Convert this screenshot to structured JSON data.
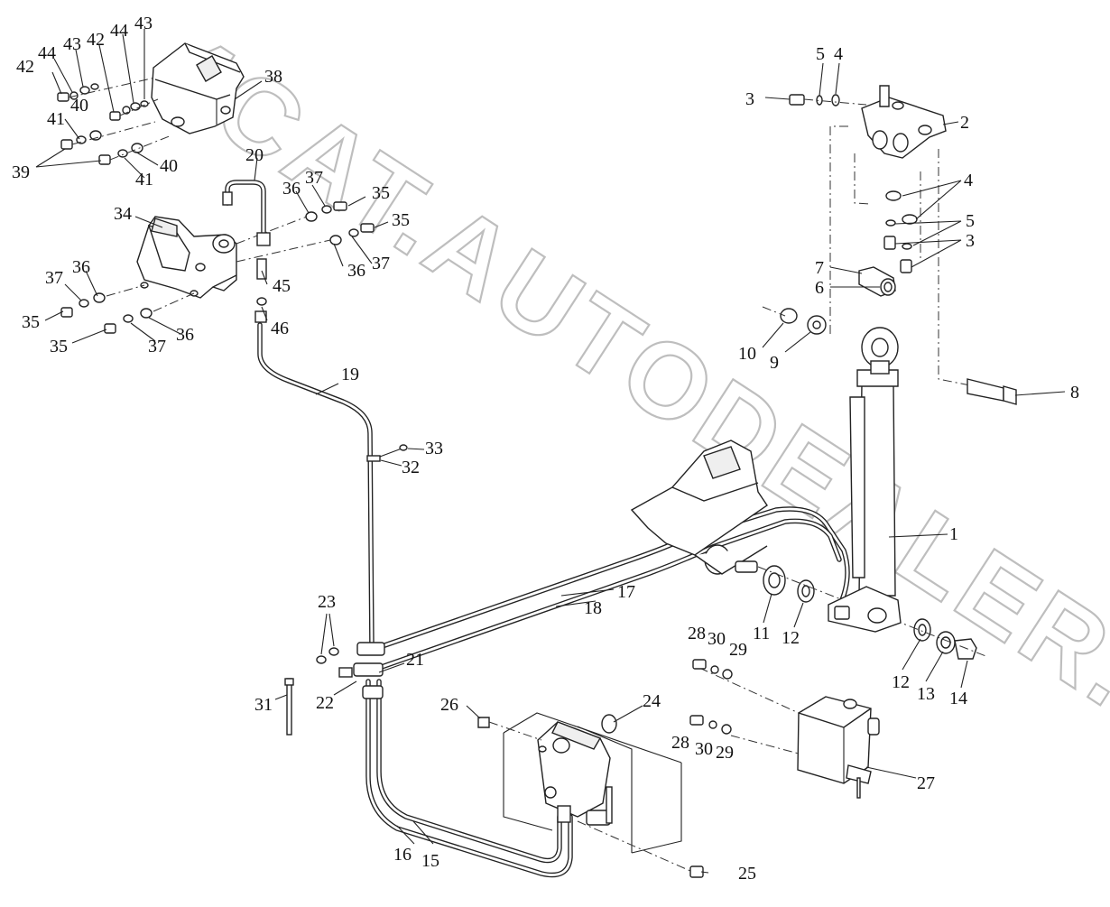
{
  "watermark": {
    "line1": "4CAT.AUTODEALER.RU"
  },
  "labels": [
    {
      "id": "1",
      "text": "1"
    },
    {
      "id": "2",
      "text": "2"
    },
    {
      "id": "3a",
      "text": "3"
    },
    {
      "id": "3b",
      "text": "3"
    },
    {
      "id": "4a",
      "text": "4"
    },
    {
      "id": "4b",
      "text": "4"
    },
    {
      "id": "5a",
      "text": "5"
    },
    {
      "id": "5b",
      "text": "5"
    },
    {
      "id": "6",
      "text": "6"
    },
    {
      "id": "7",
      "text": "7"
    },
    {
      "id": "8",
      "text": "8"
    },
    {
      "id": "9",
      "text": "9"
    },
    {
      "id": "10",
      "text": "10"
    },
    {
      "id": "11",
      "text": "11"
    },
    {
      "id": "12a",
      "text": "12"
    },
    {
      "id": "12b",
      "text": "12"
    },
    {
      "id": "13",
      "text": "13"
    },
    {
      "id": "14",
      "text": "14"
    },
    {
      "id": "15",
      "text": "15"
    },
    {
      "id": "16",
      "text": "16"
    },
    {
      "id": "17",
      "text": "17"
    },
    {
      "id": "18",
      "text": "18"
    },
    {
      "id": "19",
      "text": "19"
    },
    {
      "id": "20",
      "text": "20"
    },
    {
      "id": "21",
      "text": "21"
    },
    {
      "id": "22",
      "text": "22"
    },
    {
      "id": "23",
      "text": "23"
    },
    {
      "id": "24",
      "text": "24"
    },
    {
      "id": "25",
      "text": "25"
    },
    {
      "id": "26",
      "text": "26"
    },
    {
      "id": "27",
      "text": "27"
    },
    {
      "id": "28a",
      "text": "28"
    },
    {
      "id": "28b",
      "text": "28"
    },
    {
      "id": "29a",
      "text": "29"
    },
    {
      "id": "29b",
      "text": "29"
    },
    {
      "id": "30a",
      "text": "30"
    },
    {
      "id": "30b",
      "text": "30"
    },
    {
      "id": "31",
      "text": "31"
    },
    {
      "id": "32",
      "text": "32"
    },
    {
      "id": "33",
      "text": "33"
    },
    {
      "id": "34",
      "text": "34"
    },
    {
      "id": "35a",
      "text": "35"
    },
    {
      "id": "35b",
      "text": "35"
    },
    {
      "id": "35c",
      "text": "35"
    },
    {
      "id": "35d",
      "text": "35"
    },
    {
      "id": "36a",
      "text": "36"
    },
    {
      "id": "36b",
      "text": "36"
    },
    {
      "id": "36c",
      "text": "36"
    },
    {
      "id": "36d",
      "text": "36"
    },
    {
      "id": "37a",
      "text": "37"
    },
    {
      "id": "37b",
      "text": "37"
    },
    {
      "id": "37c",
      "text": "37"
    },
    {
      "id": "37d",
      "text": "37"
    },
    {
      "id": "38",
      "text": "38"
    },
    {
      "id": "39",
      "text": "39"
    },
    {
      "id": "40a",
      "text": "40"
    },
    {
      "id": "40b",
      "text": "40"
    },
    {
      "id": "41a",
      "text": "41"
    },
    {
      "id": "41b",
      "text": "41"
    },
    {
      "id": "42a",
      "text": "42"
    },
    {
      "id": "42b",
      "text": "42"
    },
    {
      "id": "43a",
      "text": "43"
    },
    {
      "id": "43b",
      "text": "43"
    },
    {
      "id": "44a",
      "text": "44"
    },
    {
      "id": "44b",
      "text": "44"
    },
    {
      "id": "45",
      "text": "45"
    },
    {
      "id": "46",
      "text": "46"
    }
  ]
}
